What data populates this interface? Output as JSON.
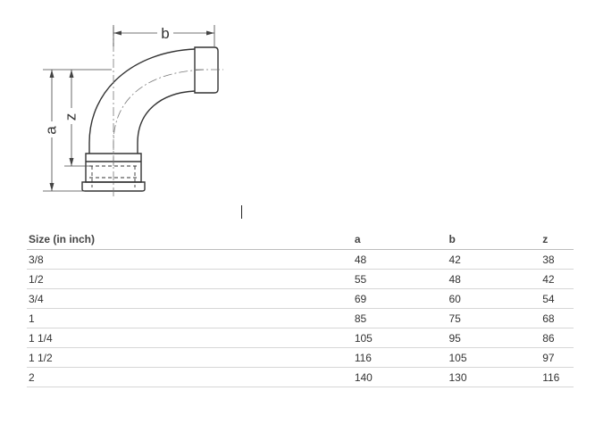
{
  "diagram": {
    "label_a": "a",
    "label_b": "b",
    "label_z": "z",
    "stroke_color": "#333333"
  },
  "table": {
    "headers": [
      "Size (in inch)",
      "a",
      "b",
      "z"
    ],
    "rows": [
      [
        "3/8",
        "48",
        "42",
        "38"
      ],
      [
        "1/2",
        "55",
        "48",
        "42"
      ],
      [
        "3/4",
        "69",
        "60",
        "54"
      ],
      [
        "1",
        "85",
        "75",
        "68"
      ],
      [
        "1 1/4",
        "105",
        "95",
        "86"
      ],
      [
        "1 1/2",
        "116",
        "105",
        "97"
      ],
      [
        "2",
        "140",
        "130",
        "116"
      ]
    ]
  }
}
